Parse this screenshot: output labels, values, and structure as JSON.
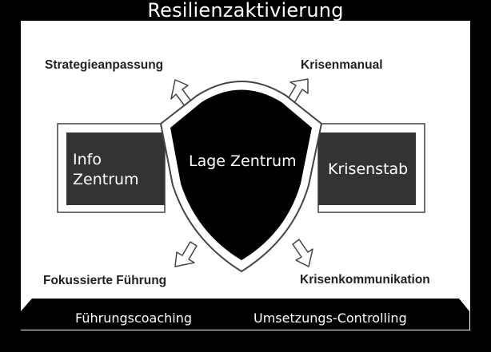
{
  "title": "Resilienzaktivierung",
  "nodes": {
    "top_left": "Strategieanpassung",
    "top_right": "Krisenmanual",
    "bottom_left": "Fokussierte Führung",
    "bottom_right": "Krisenkommunikation",
    "left_box_line1": "Info",
    "left_box_line2": "Zentrum",
    "right_box": "Krisenstab",
    "center": "Lage Zentrum"
  },
  "base_bar": {
    "left": "Führungscoaching",
    "right": "Umsetzungs-Controlling"
  },
  "colors": {
    "background": "#000000",
    "panel": "#ffffff",
    "box_fill": "#333333",
    "shield_fill": "#000000",
    "outline": "#444444",
    "arrow_fill": "#ffffff"
  }
}
